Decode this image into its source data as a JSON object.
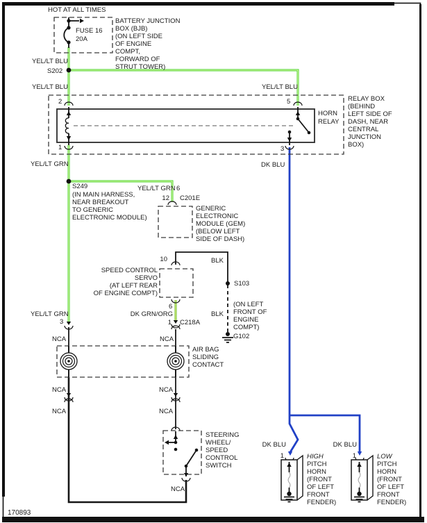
{
  "sheet": {
    "id": "170893"
  },
  "colors": {
    "green_base": "#45d42d",
    "green_core": "#eefab4",
    "dk_grn_org_base": "#63bf2c",
    "dk_grn_org_core": "#f2ef8e",
    "dk_blu": "#2141c6",
    "blk_wire": "#161616"
  },
  "power": {
    "hot": "HOT AT ALL TIMES",
    "fuse_name": "FUSE 16",
    "fuse_rating": "20A",
    "bjb_note": [
      "BATTERY JUNCTION",
      "BOX (BJB)",
      "(ON LEFT SIDE",
      "OF ENGINE",
      "COMPT,",
      "FORWARD OF",
      "STRUT TOWER)"
    ]
  },
  "wires": {
    "yel_lt_blu": "YEL/LT BLU",
    "yel_lt_grn": "YEL/LT GRN",
    "dk_blu": "DK BLU",
    "dk_grn_org": "DK GRN/ORG",
    "blk": "BLK",
    "nca": "NCA"
  },
  "splices": {
    "s202": "S202",
    "s249": "S249",
    "s103": "S103",
    "g102": "G102",
    "s249_note": [
      "(IN MAIN HARNESS,",
      "NEAR BREAKOUT",
      "TO GENERIC",
      "ELECTRONIC MODULE)"
    ],
    "g102_note": [
      "(ON LEFT",
      "FRONT OF",
      "ENGINE",
      "COMPT)"
    ]
  },
  "relay": {
    "name": [
      "HORN",
      "RELAY"
    ],
    "box_note": [
      "RELAY BOX",
      "(BEHIND",
      "LEFT SIDE OF",
      "DASH, NEAR",
      "CENTRAL",
      "JUNCTION",
      "BOX)"
    ],
    "pin2": "2",
    "pin1": "1",
    "pin5": "5",
    "pin3": "3"
  },
  "gem": {
    "pin_top": "6",
    "pin_conn": "12",
    "conn": "C201E",
    "note": [
      "GENERIC",
      "ELECTRONIC",
      "MODULE (GEM)",
      "(BELOW LEFT",
      "SIDE OF DASH)"
    ]
  },
  "servo": {
    "pin_top": "10",
    "pin_bottom": "6",
    "pin_conn": "1",
    "conn": "C218A",
    "note": [
      "SPEED CONTROL",
      "SERVO",
      "(AT LEFT REAR",
      "OF ENGINE COMPT)"
    ]
  },
  "airbag": {
    "pin": "3",
    "note": [
      "AIR BAG",
      "SLIDING",
      "CONTACT"
    ]
  },
  "steering_switch": {
    "note": [
      "STEERING",
      "WHEEL/",
      "SPEED",
      "CONTROL",
      "SWITCH"
    ]
  },
  "horns": {
    "pin": "1",
    "high_note": [
      "HIGH",
      "PITCH",
      "HORN",
      "(FRONT",
      "OF LEFT",
      "FRONT",
      "FENDER)"
    ],
    "low_note": [
      "LOW",
      "PITCH",
      "HORN",
      "(FRONT",
      "OF LEFT",
      "FRONT",
      "FENDER)"
    ]
  }
}
